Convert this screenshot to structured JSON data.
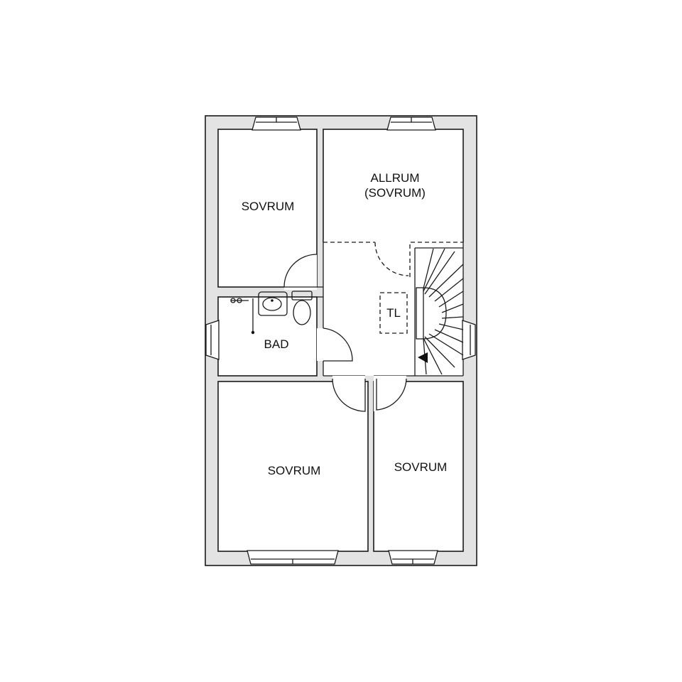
{
  "rooms": {
    "bedroom_top_left": "SOVRUM",
    "family_room_line1": "ALLRUM",
    "family_room_line2": "(SOVRUM)",
    "bathroom": "BAD",
    "bedroom_bottom_left": "SOVRUM",
    "bedroom_bottom_right": "SOVRUM"
  },
  "fixtures": {
    "hatch": "TL"
  }
}
